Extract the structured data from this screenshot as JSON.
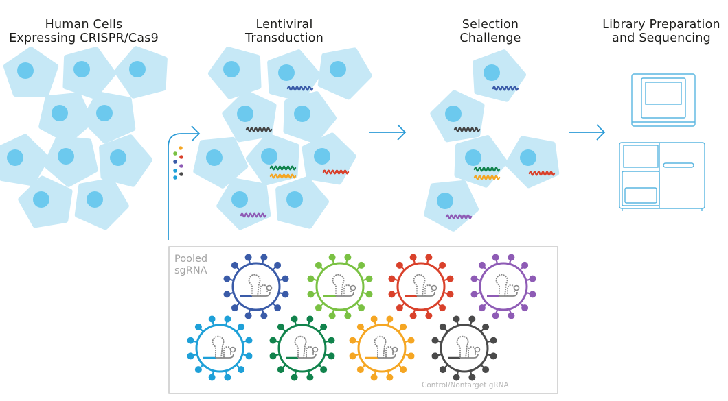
{
  "stages": [
    {
      "line1": "Human Cells",
      "line2": "Expressing CRISPR/Cas9"
    },
    {
      "line1": "Lentiviral",
      "line2": "Transduction"
    },
    {
      "line1": "Selection",
      "line2": "Challenge"
    },
    {
      "line1": "Library Preparation",
      "line2": "and Sequencing"
    }
  ],
  "pool": {
    "label_line1": "Pooled",
    "label_line2": "sgRNA",
    "control_label": "Control/Nontarget gRNA"
  },
  "colors": {
    "cell_body": "#c6e8f6",
    "cell_nucleus": "#6cc9ee",
    "arrow": "#2a9ad6",
    "box_border": "#c9c9c9",
    "sequencer": "#5ab6e0",
    "virus_dark_blue": "#3a5ba8",
    "virus_light_green": "#7ac143",
    "virus_red": "#d9412b",
    "virus_purple": "#8e5bb5",
    "virus_light_blue": "#1ea0d8",
    "virus_dark_green": "#11834c",
    "virus_orange": "#f5a623",
    "virus_gray": "#4a4a4a"
  },
  "icons": [
    "cell-icon",
    "virus-icon",
    "sgRNA-hairpin-icon",
    "sequencer-icon",
    "arrow-right-icon"
  ]
}
